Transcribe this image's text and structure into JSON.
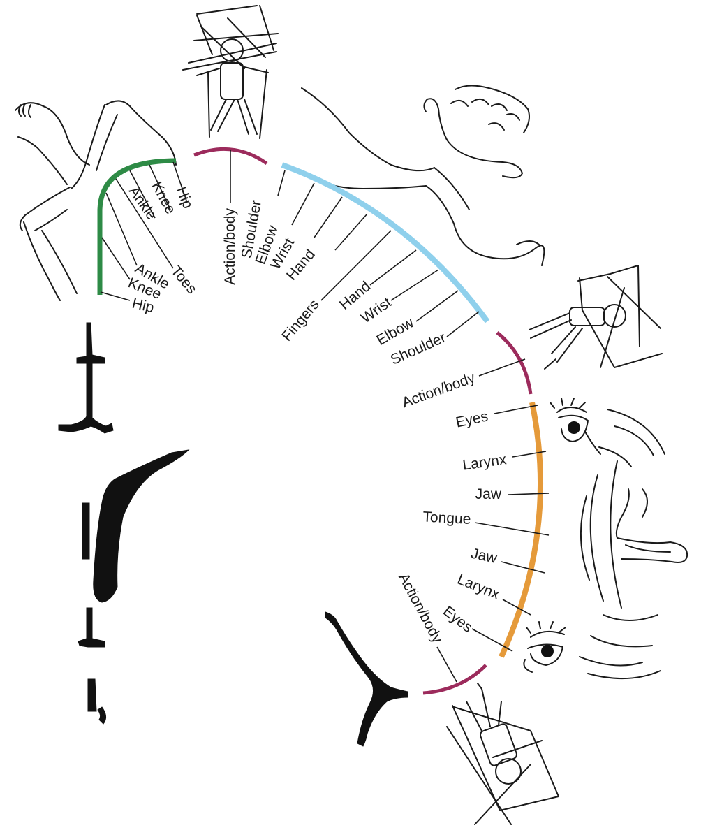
{
  "colors": {
    "leg": "#2e8b46",
    "action": "#9c2b5c",
    "arm": "#8fd0ec",
    "face": "#e59a3a",
    "ink": "#111111"
  },
  "labels": {
    "leg": [
      "Hip",
      "Knee",
      "Ankle",
      "Toes",
      "Ankle",
      "Knee",
      "Hip"
    ],
    "action_top": "Action/body",
    "arm": [
      "Shoulder",
      "Elbow",
      "Wrist",
      "Hand",
      "Fingers",
      "Hand",
      "Wrist",
      "Elbow",
      "Shoulder"
    ],
    "action_mid": "Action/body",
    "face": [
      "Eyes",
      "Larynx",
      "Jaw",
      "Tongue",
      "Jaw",
      "Larynx",
      "Eyes"
    ],
    "action_bottom": "Action/body"
  },
  "icons": [
    "marionette-icon",
    "leg-foot-icon",
    "arm-fist-icon",
    "eye-icon",
    "mouth-tongue-icon",
    "brain-section-icon"
  ]
}
